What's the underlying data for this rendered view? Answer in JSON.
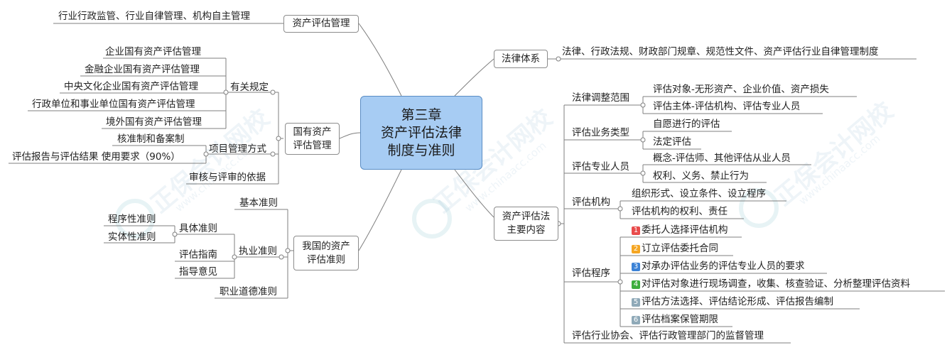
{
  "central": {
    "line1": "第三章",
    "line2": "资产评估法律",
    "line3": "制度与准则"
  },
  "watermark": {
    "brand": "正保会计网校",
    "site": "www.chinaacc.com"
  },
  "left": {
    "mgmt": {
      "label": "资产评估管理",
      "item": "行业行政监管、行业自律管理、机构自主管理"
    },
    "state": {
      "label1": "国有资产",
      "label2": "评估管理",
      "rules": {
        "label": "有关规定",
        "items": [
          "企业国有资产评估管理",
          "金融企业国有资产评估管理",
          "中央文化企业国有资产评估管理",
          "行政单位和事业单位国有资产评估管理",
          "境外国有资产评估管理"
        ]
      },
      "project": {
        "label": "项目管理方式",
        "items": [
          "核准制和备案制",
          "评估报告与评估结果 使用要求（90%）"
        ]
      },
      "review": "审核与评审的依据"
    },
    "standards": {
      "label1": "我国的资产",
      "label2": "评估准则",
      "basic": "基本准则",
      "practice": {
        "label": "执业准则",
        "specific": {
          "label": "具体准则",
          "items": [
            "程序性准则",
            "实体性准则"
          ]
        },
        "guide": "评估指南",
        "opinion": "指导意见"
      },
      "ethics": "职业道德准则"
    }
  },
  "right": {
    "legal": {
      "label": "法律体系",
      "item": "法律、行政法规、财政部门规章、规范性文件、资产评估行业自律管理制度"
    },
    "law": {
      "label1": "资产评估法",
      "label2": "主要内容",
      "scope": {
        "label": "法律调整范围",
        "items": [
          "评估对象-无形资产、企业价值、资产损失",
          "评估主体-评估机构、评估专业人员"
        ]
      },
      "types": {
        "label": "评估业务类型",
        "items": [
          "自愿进行的评估",
          "法定评估"
        ]
      },
      "staff": {
        "label": "评估专业人员",
        "items": [
          "概念-评估师、其他评估从业人员",
          "权利、义务、禁止行为"
        ]
      },
      "org": {
        "label": "评估机构",
        "items": [
          "组织形式、设立条件、设立程序",
          "评估机构的权利、责任"
        ]
      },
      "procedure": {
        "label": "评估程序",
        "items": [
          {
            "num": "1",
            "color": "#e94b4b",
            "text": "委托人选择评估机构"
          },
          {
            "num": "2",
            "color": "#f5a623",
            "text": "订立评估委托合同"
          },
          {
            "num": "3",
            "color": "#3b82d6",
            "text": "对承办评估业务的评估专业人员的要求"
          },
          {
            "num": "4",
            "color": "#3cae3c",
            "text": "对评估对象进行现场调查，收集、核查验证、分析整理评估资料"
          },
          {
            "num": "5",
            "color": "#8fa9b8",
            "text": "评估方法选择、评估结论形成、评估报告编制"
          },
          {
            "num": "6",
            "color": "#8fa9b8",
            "text": "评估档案保管期限"
          }
        ]
      },
      "supervision": "评估行业协会、评估行政管理部门的监督管理"
    }
  }
}
